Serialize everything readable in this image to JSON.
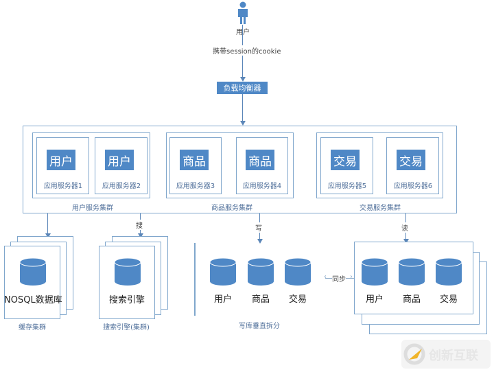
{
  "top": {
    "user_label": "用户",
    "cookie_label": "携带session的cookie",
    "load_balancer": "负载均衡器"
  },
  "clusters": [
    {
      "name": "用户服务集群",
      "servers": [
        {
          "tile": "用户",
          "label": "应用服务器1"
        },
        {
          "tile": "用户",
          "label": "应用服务器2"
        }
      ]
    },
    {
      "name": "商品服务集群",
      "servers": [
        {
          "tile": "商品",
          "label": "应用服务器3"
        },
        {
          "tile": "商品",
          "label": "应用服务器4"
        }
      ]
    },
    {
      "name": "交易服务集群",
      "servers": [
        {
          "tile": "交易",
          "label": "应用服务器5"
        },
        {
          "tile": "交易",
          "label": "应用服务器6"
        }
      ]
    }
  ],
  "edges": {
    "search": "搜",
    "write": "写",
    "read": "读",
    "sync": "同步"
  },
  "storage": {
    "cache": {
      "db_label": "NOSQL数据库",
      "caption": "缓存集群"
    },
    "search": {
      "db_label": "搜索引擎",
      "caption": "搜索引擎(集群)"
    },
    "write_db": {
      "dbs": [
        "用户",
        "商品",
        "交易"
      ],
      "caption": "写库垂直拆分"
    },
    "read_db": {
      "dbs": [
        "用户",
        "商品",
        "交易"
      ]
    }
  },
  "watermark": {
    "text": "创新互联"
  },
  "colors": {
    "accent": "#4f88c6",
    "line": "#5b86b8",
    "border": "#7fa6cc"
  }
}
